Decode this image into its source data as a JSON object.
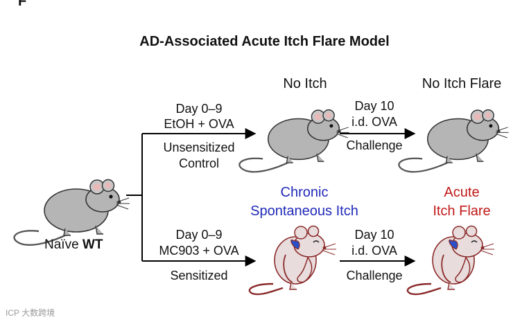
{
  "panel_letter": "F",
  "title": "AD-Associated Acute Itch Flare Model",
  "start": {
    "label_prefix": "Naïve ",
    "label_bold": "WT"
  },
  "top_branch": {
    "arrow1_above": [
      "Day 0–9",
      "EtOH + OVA"
    ],
    "arrow1_below": [
      "Unsensitized",
      "Control"
    ],
    "state1": "No Itch",
    "arrow2_above": [
      "Day 10",
      "i.d. OVA"
    ],
    "arrow2_below": "Challenge",
    "state2": "No Itch Flare"
  },
  "bottom_branch": {
    "arrow1_above": [
      "Day 0–9",
      "MC903 + OVA"
    ],
    "arrow1_below": "Sensitized",
    "state1": [
      "Chronic",
      "Spontaneous Itch"
    ],
    "arrow2_above": [
      "Day 10",
      "i.d. OVA"
    ],
    "arrow2_below": "Challenge",
    "state2": [
      "Acute",
      "Itch Flare"
    ]
  },
  "colors": {
    "chronic": "#1f28b8",
    "acute": "#c01818",
    "mouse_gray": "#b5b5b5",
    "mouse_sensitized": "#e9dcdc"
  },
  "icons": [
    "mouse-icon",
    "scratching-mouse-icon"
  ],
  "watermark": "ICP 大数跨境"
}
